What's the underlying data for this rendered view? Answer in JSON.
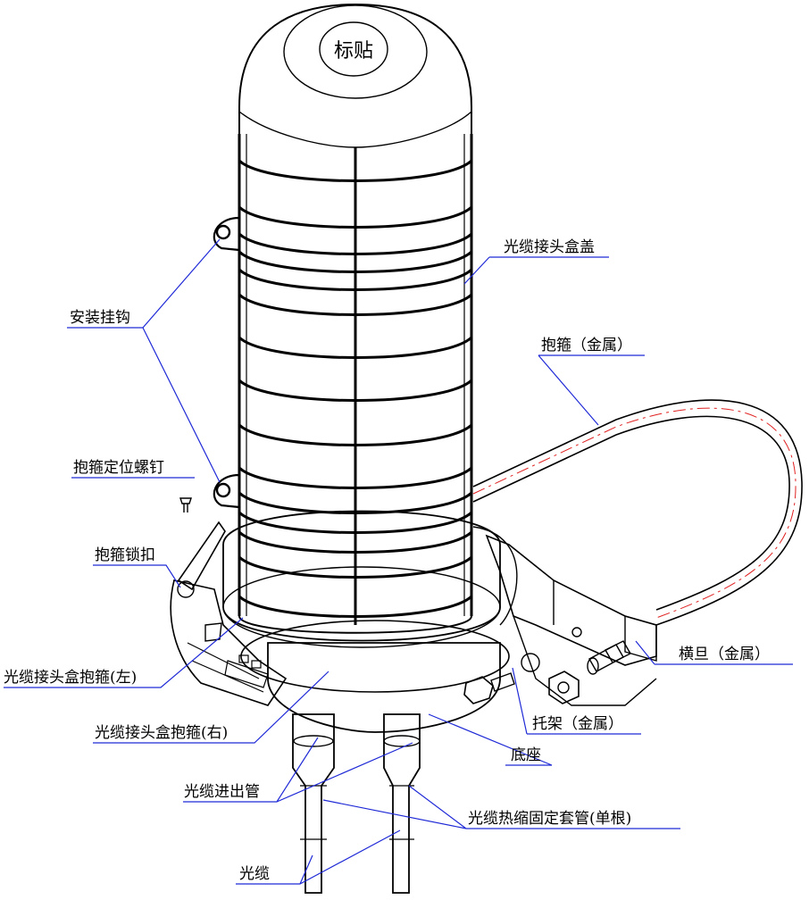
{
  "sticker_text": "标贴",
  "labels": {
    "cover": "光缆接头盒盖",
    "hook": "安装挂钩",
    "hoop_metal": "抱箍（金属）",
    "hoop_screw": "抱箍定位螺钉",
    "hoop_lock": "抱箍锁扣",
    "clamp_left": "光缆接头盒抱箍(左)",
    "crossbar": "横旦（金属）",
    "bracket": "托架（金属）",
    "clamp_right": "光缆接头盒抱箍(右)",
    "base": "底座",
    "entry_pipe": "光缆进出管",
    "heat_shrink": "光缆热缩固定套管(单根)",
    "cable": "光缆"
  },
  "colors": {
    "leader": "#1f2ad6",
    "outline": "#000000",
    "hoop_center": "#e02020"
  }
}
